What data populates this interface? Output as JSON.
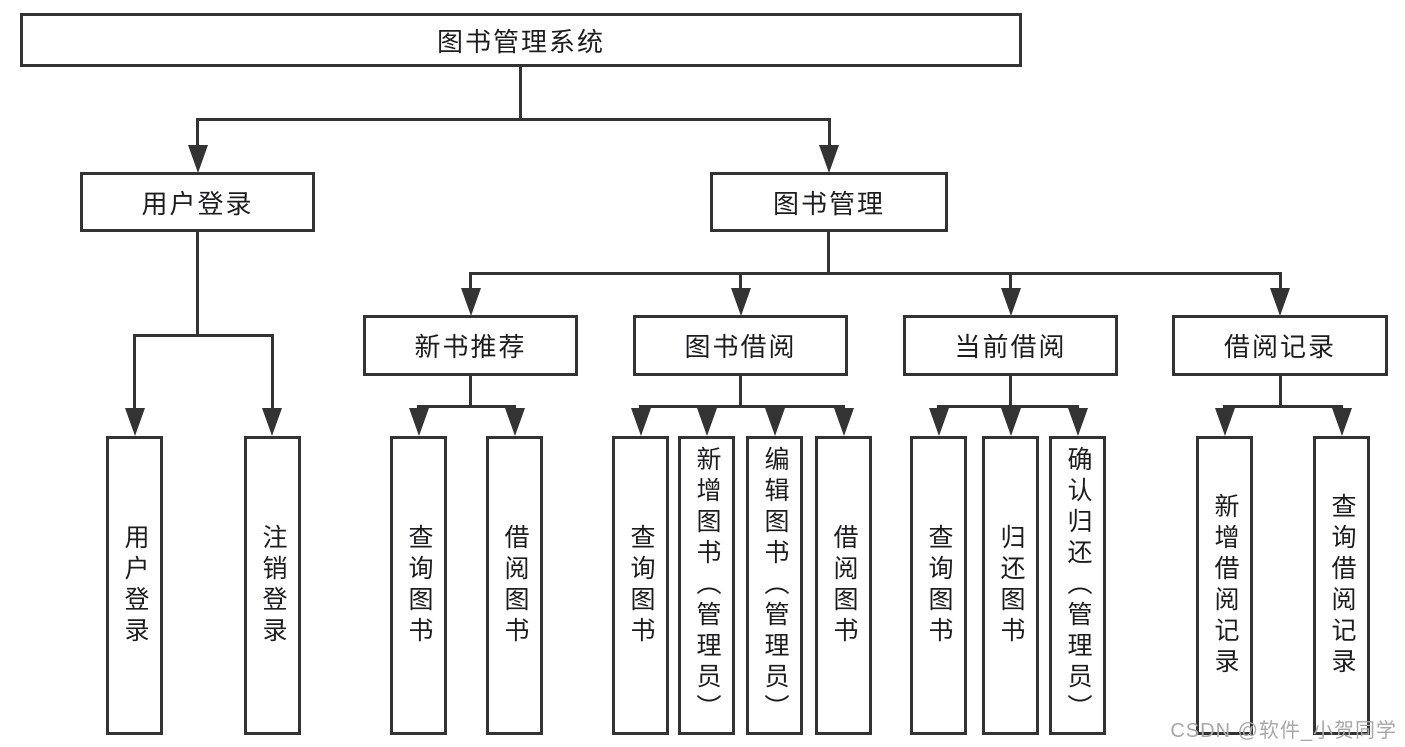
{
  "tree": {
    "root": "图书管理系统",
    "user_login": {
      "label": "用户登录",
      "children": [
        "用户登录",
        "注销登录"
      ]
    },
    "book_mgmt": {
      "label": "图书管理",
      "children": [
        {
          "label": "新书推荐",
          "children": [
            "查询图书",
            "借阅图书"
          ]
        },
        {
          "label": "图书借阅",
          "children": [
            "查询图书",
            "新增图书（管理员）",
            "编辑图书（管理员）",
            "借阅图书"
          ]
        },
        {
          "label": "当前借阅",
          "children": [
            "查询图书",
            "归还图书",
            "确认归还（管理员）"
          ]
        },
        {
          "label": "借阅记录",
          "children": [
            "新增借阅记录",
            "查询借阅记录"
          ]
        }
      ]
    }
  },
  "watermark": "CSDN @软件_小贺同学",
  "colors": {
    "line": "#333333",
    "text": "#1d1d1f",
    "watermark": "#a8a8a8",
    "background": "#ffffff"
  }
}
